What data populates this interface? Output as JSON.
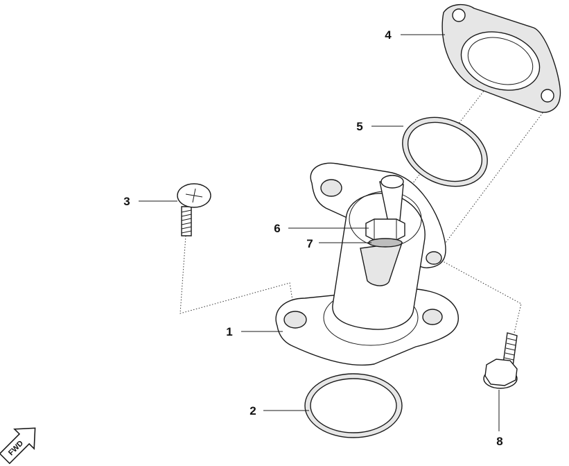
{
  "callouts": {
    "c1": "1",
    "c2": "2",
    "c3": "3",
    "c4": "4",
    "c5": "5",
    "c6": "6",
    "c7": "7",
    "c8": "8"
  },
  "direction_badge": {
    "label": "FWD",
    "icon": "forward-direction-arrow-icon"
  },
  "parts": [
    {
      "number": "1",
      "icon": "tensioner-housing-icon"
    },
    {
      "number": "2",
      "icon": "o-ring-icon"
    },
    {
      "number": "3",
      "icon": "phillips-screw-icon"
    },
    {
      "number": "4",
      "icon": "flange-gasket-icon"
    },
    {
      "number": "5",
      "icon": "o-ring-icon"
    },
    {
      "number": "6",
      "icon": "hex-nut-icon"
    },
    {
      "number": "7",
      "icon": "washer-icon"
    },
    {
      "number": "8",
      "icon": "flange-bolt-icon"
    }
  ]
}
